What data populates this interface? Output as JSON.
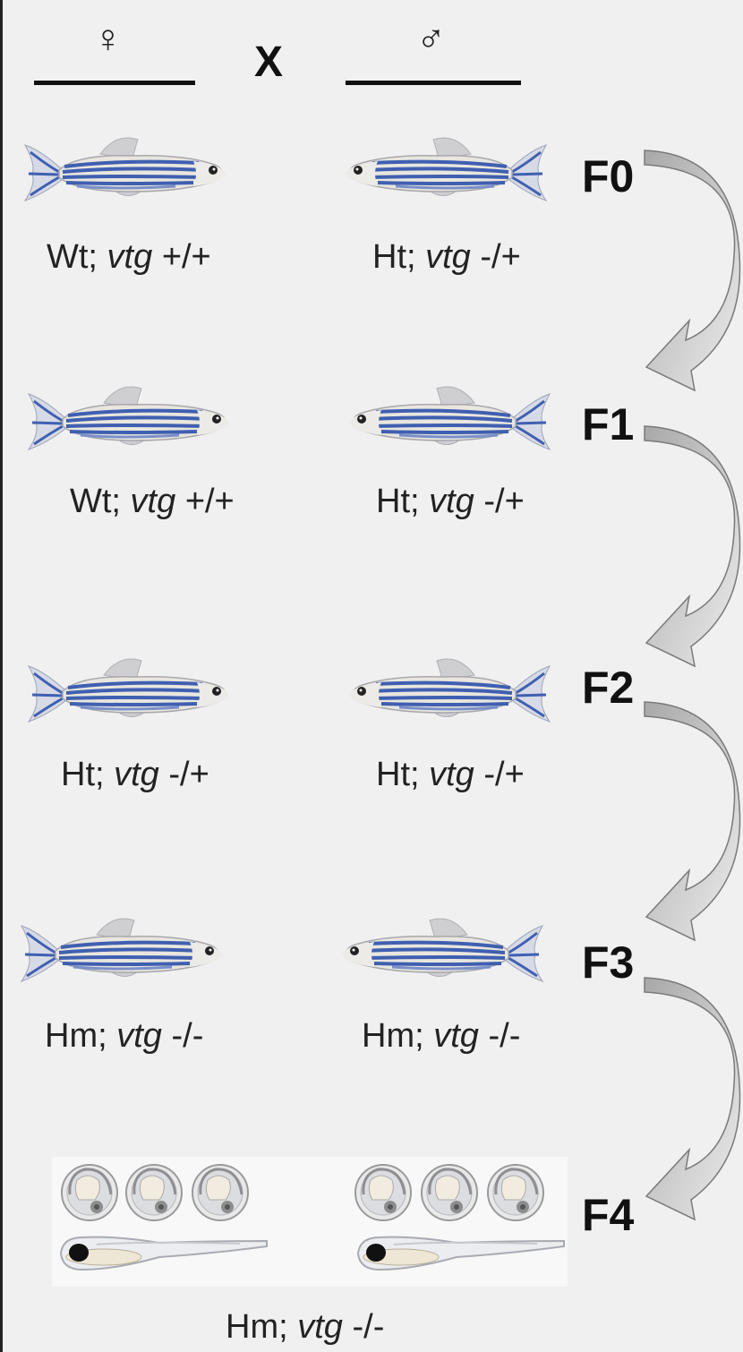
{
  "header": {
    "female_symbol": "♀",
    "male_symbol": "♂",
    "cross": "X"
  },
  "generations": [
    {
      "label": "F0",
      "female": {
        "prefix": "Wt;",
        "gene": "vtg",
        "allele": "+/+"
      },
      "male": {
        "prefix": "Ht;",
        "gene": "vtg",
        "allele": "-/+"
      }
    },
    {
      "label": "F1",
      "female": {
        "prefix": "Wt;",
        "gene": "vtg",
        "allele": "+/+"
      },
      "male": {
        "prefix": "Ht;",
        "gene": "vtg",
        "allele": "-/+"
      }
    },
    {
      "label": "F2",
      "female": {
        "prefix": "Ht;",
        "gene": "vtg",
        "allele": "-/+"
      },
      "male": {
        "prefix": "Ht;",
        "gene": "vtg",
        "allele": "-/+"
      }
    },
    {
      "label": "F3",
      "female": {
        "prefix": "Hm;",
        "gene": "vtg",
        "allele": "-/-"
      },
      "male": {
        "prefix": "Hm;",
        "gene": "vtg",
        "allele": "-/-"
      }
    }
  ],
  "offspring": {
    "label": "F4",
    "prefix": "Hm;",
    "gene": "vtg",
    "allele": "-/-"
  },
  "colors": {
    "background": "#f0f0f0",
    "arrow_fill": "#bdbdbd",
    "arrow_stroke": "#7a7a7a",
    "stripe": "#3f5fb0",
    "fish_body": "#e8e6df"
  }
}
